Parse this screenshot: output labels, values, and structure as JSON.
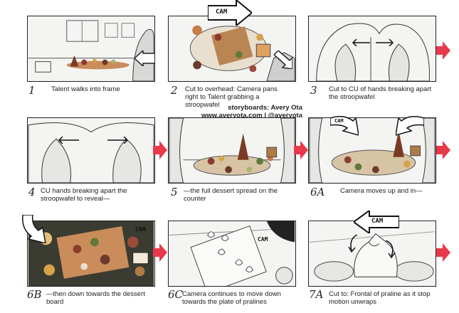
{
  "credit": {
    "line1": "storyboards: Avery Ota",
    "line2": "www.averyota.com | @averyota"
  },
  "colors": {
    "frame": "#222222",
    "transition_arrow": "#e8394a",
    "sketch": "#333333"
  },
  "panels": [
    {
      "number": "1",
      "caption": "Talent walks into frame"
    },
    {
      "number": "2",
      "caption": "Cut to overhead: Camera pans right to Talent grabbing a stroopwafel",
      "cam": "CAM"
    },
    {
      "number": "3",
      "caption": "Cut to CU of hands breaking apart the stroopwafel"
    },
    {
      "number": "4",
      "caption": "CU hands breaking apart the stroopwafel to reveal—"
    },
    {
      "number": "5",
      "caption": "—the full dessert spread on the counter"
    },
    {
      "number": "6A",
      "caption": "Camera moves up and in—",
      "cam": "CAM"
    },
    {
      "number": "6B",
      "caption": "—then down towards the dessert board",
      "cam": "CAM"
    },
    {
      "number": "6C",
      "caption": "Camera continues to move down towards the plate of pralines",
      "cam": "CAM"
    },
    {
      "number": "7A",
      "caption": "Cut to: Frontal of praline as it stop motion unwraps",
      "cam": "CAM"
    }
  ]
}
